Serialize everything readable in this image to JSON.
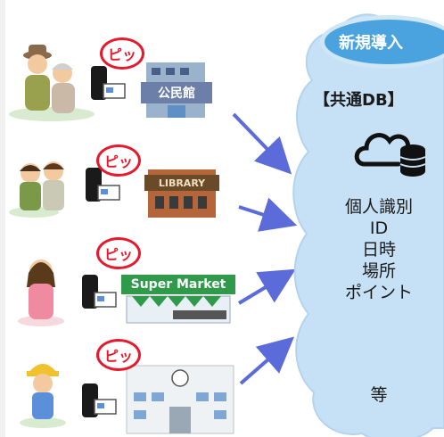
{
  "badge": "新規導入",
  "db_title": "【共通DB】",
  "fields": [
    "個人識別",
    "ID",
    "日時",
    "場所",
    "ポイント"
  ],
  "etc": "等",
  "pip": "ピッ",
  "signs": {
    "community_center": "公民館",
    "library": "LIBRARY",
    "supermarket": "Super Market"
  },
  "icons": {
    "database": "cloud-database-icon",
    "card_reader": "card-reader-icon"
  },
  "colors": {
    "cloud_fill": "#c6e0f5",
    "badge": "#4aa3df",
    "pip_red": "#e6192d",
    "arrow": "#5b6bd9"
  }
}
